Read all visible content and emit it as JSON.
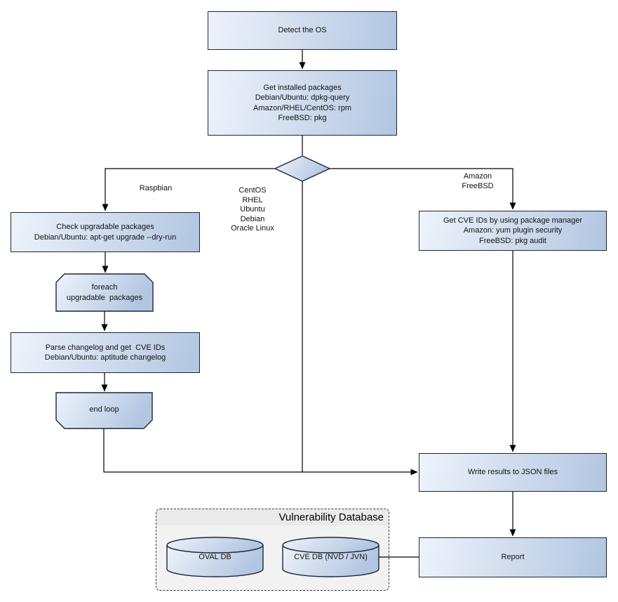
{
  "nodes": {
    "detect_os": {
      "lines": [
        "Detect the OS"
      ]
    },
    "get_installed_packages": {
      "lines": [
        "Get installed packages",
        "Debian/Ubuntu: dpkg-query",
        "Amazon/RHEL/CentOS: rpm",
        "FreeBSD: pkg"
      ]
    },
    "check_upgradable_packages": {
      "lines": [
        "Check upgradable packages",
        "Debian/Ubuntu: apt-get upgrade --dry-run"
      ]
    },
    "foreach_loop_start": {
      "lines": [
        "foreach",
        "upgradable  packages"
      ]
    },
    "parse_changelog": {
      "lines": [
        "Parse changelog and get  CVE IDs",
        "Debian/Ubuntu: aptitude changelog"
      ]
    },
    "end_loop": {
      "lines": [
        "end loop"
      ]
    },
    "get_cve_ids": {
      "lines": [
        "Get CVE IDs by using package manager",
        "Amazon: yum plugin security",
        "FreeBSD: pkg audit"
      ]
    },
    "write_results": {
      "lines": [
        "Write results to JSON files"
      ]
    },
    "report": {
      "lines": [
        "Report"
      ]
    }
  },
  "edge_labels": {
    "left_branch": {
      "lines": [
        "Raspbian"
      ]
    },
    "middle_branch": {
      "lines": [
        "CentOS",
        "RHEL",
        "Ubuntu",
        "Debian",
        "Oracle Linux"
      ]
    },
    "right_branch": {
      "lines": [
        "Amazon",
        "FreeBSD"
      ]
    }
  },
  "database_group": {
    "title": "Vulnerability Database",
    "cylinders": [
      {
        "label": "OVAL DB"
      },
      {
        "label": "CVE DB (NVD / JVN)"
      }
    ]
  },
  "colors": {
    "node_fill_start": "#eef3fb",
    "node_fill_end": "#b2c6e1",
    "node_border": "#1b2836",
    "connector": "#000000",
    "group_background": "#f2f2f2",
    "group_header": "#eaeaea",
    "group_border": "#3c3c3c",
    "text": "#111111"
  }
}
